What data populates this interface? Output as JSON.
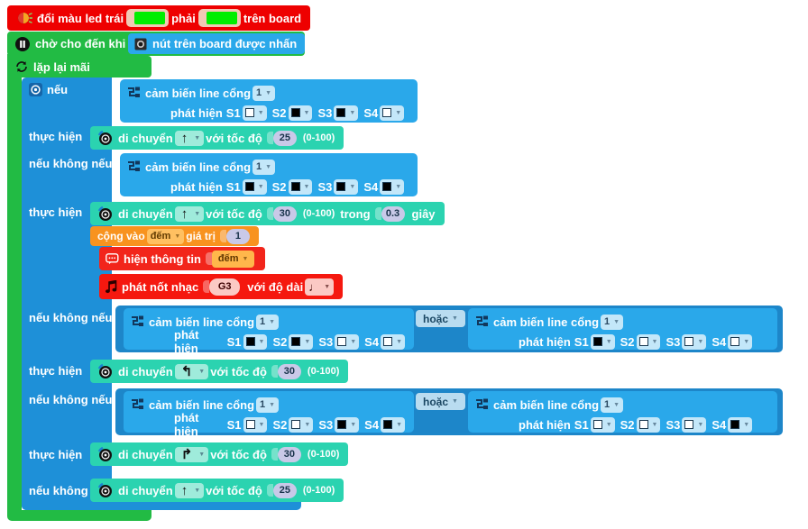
{
  "program": {
    "led_block": {
      "text_1": "đổi màu led trái",
      "text_2": "phải",
      "text_3": "trên board",
      "color_left": "#00ee00",
      "color_right": "#00ee00",
      "icon": "led-icon"
    },
    "wait_block": {
      "label": "chờ cho đến khi",
      "icon": "pause-icon",
      "condition": {
        "label": "nút trên board được nhấn",
        "icon": "board-button-icon"
      }
    },
    "forever_block": {
      "label": "lặp lại mãi",
      "icon": "loop-icon"
    },
    "branches": [
      {
        "keyword": "nếu",
        "do_label": "thực hiện",
        "icon": "gear-icon",
        "condition_left": {
          "sensor_label": "cảm biến line cổng",
          "port": "1",
          "detect_label": "phát hiện",
          "sensors": [
            {
              "name": "S1",
              "state": "empty"
            },
            {
              "name": "S2",
              "state": "filled"
            },
            {
              "name": "S3",
              "state": "filled"
            },
            {
              "name": "S4",
              "state": "empty"
            }
          ],
          "icon": "line-sensor-icon"
        },
        "operator": null,
        "condition_right": null,
        "action": {
          "label": "di chuyển",
          "direction": "forward",
          "speed_label": "với tốc độ",
          "speed": "25",
          "range": "(0-100)",
          "icon": "motor-icon"
        }
      },
      {
        "keyword": "nếu không nếu",
        "do_label": "thực hiện",
        "condition_left": {
          "sensor_label": "cảm biến line cổng",
          "port": "1",
          "detect_label": "phát hiện",
          "sensors": [
            {
              "name": "S1",
              "state": "filled"
            },
            {
              "name": "S2",
              "state": "filled"
            },
            {
              "name": "S3",
              "state": "filled"
            },
            {
              "name": "S4",
              "state": "filled"
            }
          ],
          "icon": "line-sensor-icon"
        },
        "operator": null,
        "condition_right": null,
        "action": {
          "label": "di chuyển",
          "direction": "forward",
          "speed_label": "với tốc độ",
          "speed": "30",
          "range": "(0-100)",
          "duration_label": "trong",
          "duration": "0.3",
          "duration_unit": "giây",
          "icon": "motor-icon"
        },
        "extra_blocks": [
          {
            "type": "variable-change",
            "label_1": "cộng vào",
            "variable": "đếm",
            "label_2": "giá trị",
            "value": "1"
          },
          {
            "type": "say",
            "label": "hiện thông tin",
            "variable": "đếm",
            "icon": "speech-bubble-icon"
          },
          {
            "type": "play-note",
            "label": "phát nốt nhạc",
            "note": "G3",
            "duration_label": "với độ dài",
            "duration_glyph": "quarter-note",
            "icon": "music-note-icon"
          }
        ]
      },
      {
        "keyword": "nếu không nếu",
        "do_label": "thực hiện",
        "condition_left": {
          "sensor_label": "cảm biến line cổng",
          "port": "1",
          "detect_label": "phát hiện",
          "sensors": [
            {
              "name": "S1",
              "state": "filled"
            },
            {
              "name": "S2",
              "state": "filled"
            },
            {
              "name": "S3",
              "state": "empty"
            },
            {
              "name": "S4",
              "state": "empty"
            }
          ],
          "icon": "line-sensor-icon"
        },
        "operator": "hoặc",
        "condition_right": {
          "sensor_label": "cảm biến line cổng",
          "port": "1",
          "detect_label": "phát hiện",
          "sensors": [
            {
              "name": "S1",
              "state": "filled"
            },
            {
              "name": "S2",
              "state": "empty"
            },
            {
              "name": "S3",
              "state": "empty"
            },
            {
              "name": "S4",
              "state": "empty"
            }
          ],
          "icon": "line-sensor-icon"
        },
        "action": {
          "label": "di chuyển",
          "direction": "left",
          "speed_label": "với tốc độ",
          "speed": "30",
          "range": "(0-100)",
          "icon": "motor-icon"
        }
      },
      {
        "keyword": "nếu không nếu",
        "do_label": "thực hiện",
        "condition_left": {
          "sensor_label": "cảm biến line cổng",
          "port": "1",
          "detect_label": "phát hiện",
          "sensors": [
            {
              "name": "S1",
              "state": "empty"
            },
            {
              "name": "S2",
              "state": "empty"
            },
            {
              "name": "S3",
              "state": "filled"
            },
            {
              "name": "S4",
              "state": "filled"
            }
          ],
          "icon": "line-sensor-icon"
        },
        "operator": "hoặc",
        "condition_right": {
          "sensor_label": "cảm biến line cổng",
          "port": "1",
          "detect_label": "phát hiện",
          "sensors": [
            {
              "name": "S1",
              "state": "empty"
            },
            {
              "name": "S2",
              "state": "empty"
            },
            {
              "name": "S3",
              "state": "empty"
            },
            {
              "name": "S4",
              "state": "filled"
            }
          ],
          "icon": "line-sensor-icon"
        },
        "action": {
          "label": "di chuyển",
          "direction": "right",
          "speed_label": "với tốc độ",
          "speed": "30",
          "range": "(0-100)",
          "icon": "motor-icon"
        }
      }
    ],
    "else_branch": {
      "keyword": "nếu không",
      "action": {
        "label": "di chuyển",
        "direction": "forward",
        "speed_label": "với tốc độ",
        "speed": "25",
        "range": "(0-100)",
        "icon": "motor-icon"
      }
    }
  }
}
